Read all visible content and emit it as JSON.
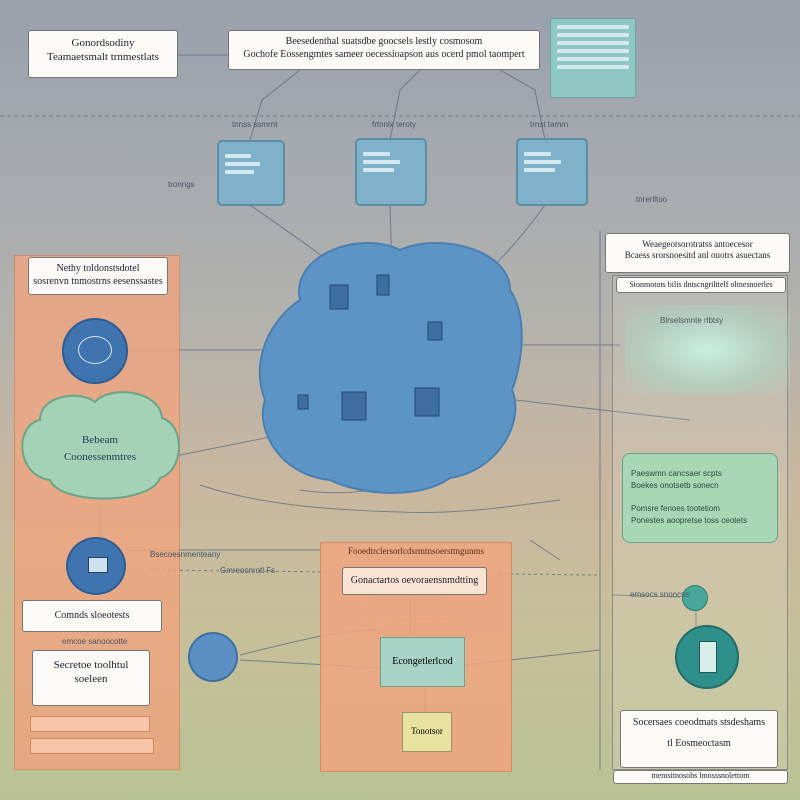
{
  "top_left_box": {
    "line1": "Gonordsodiny",
    "line2": "Teamaetsmalt trnmestlats"
  },
  "top_center_box": {
    "line1": "Beesedenthal suatsdbe goocsels lestly cosmosom",
    "line2": "Gochofe Eossengmtes sameer oecessioapson aus ocerd pmol taompert"
  },
  "server_labels": [
    "tnnss ssmrnt",
    "frtnnlx teroty",
    "trnst tamrn"
  ],
  "side_labels": [
    "tronngs",
    "tnrerlltoo"
  ],
  "left_panel": {
    "title_line1": "Nethy toldonstsdotel",
    "title_line2": "sosrenvn tnmostrns eesenssastes",
    "cloud_line1": "Bebeam",
    "cloud_line2": "Coonessenmtres",
    "box1": "Comnds sloeotests",
    "box2_line1": "Secretoe toolhtul",
    "box2_line2": "soeleen",
    "caption1": "emcoe sanoocotte"
  },
  "right_panel": {
    "title_line1": "Weaegeotsorotratss antoecesor",
    "title_line2": "Bcaess srorsnoesitd anl ouotrs asuectans",
    "subtitle": "Stonmotots bilis dntscngrilttelf oltnesnoerles",
    "glow_label": "Blrselsmnte rlbtsy",
    "green_line1": "Paeswmn cancsaer scpts",
    "green_line2": "Boekes onotsetb sonecn",
    "green_line3": "Pomsre fenoes tootetiom",
    "green_line4": "Ponestes aoopretse toss ceotets",
    "bottom_line1": "Socersaes coeodmats stsdeshams",
    "bottom_line2": "tl Eosmeoctasm",
    "footer": "tnemsitnosohs lmnsssnolettom"
  },
  "center_panel": {
    "header": "Fooedtrclersorlcdsrmtnsoersttngunms",
    "button": "Gonactartos oevoraensnmdtting",
    "screen": "Econgetlerlcod",
    "small": "Tonotsor"
  },
  "misc_labels": {
    "mid_left": "Bsecoesnmenteany",
    "mid_left2": "Gmreocnrotl Fs",
    "small_circle": "emsocs snoocss"
  },
  "colors": {
    "node_fill": "#7fb2c8",
    "cloud_fill": "#5d94c6",
    "left_panel": "#f0a57f",
    "right_green": "#a9d7b5",
    "teal_circle": "#2f8f8a"
  }
}
